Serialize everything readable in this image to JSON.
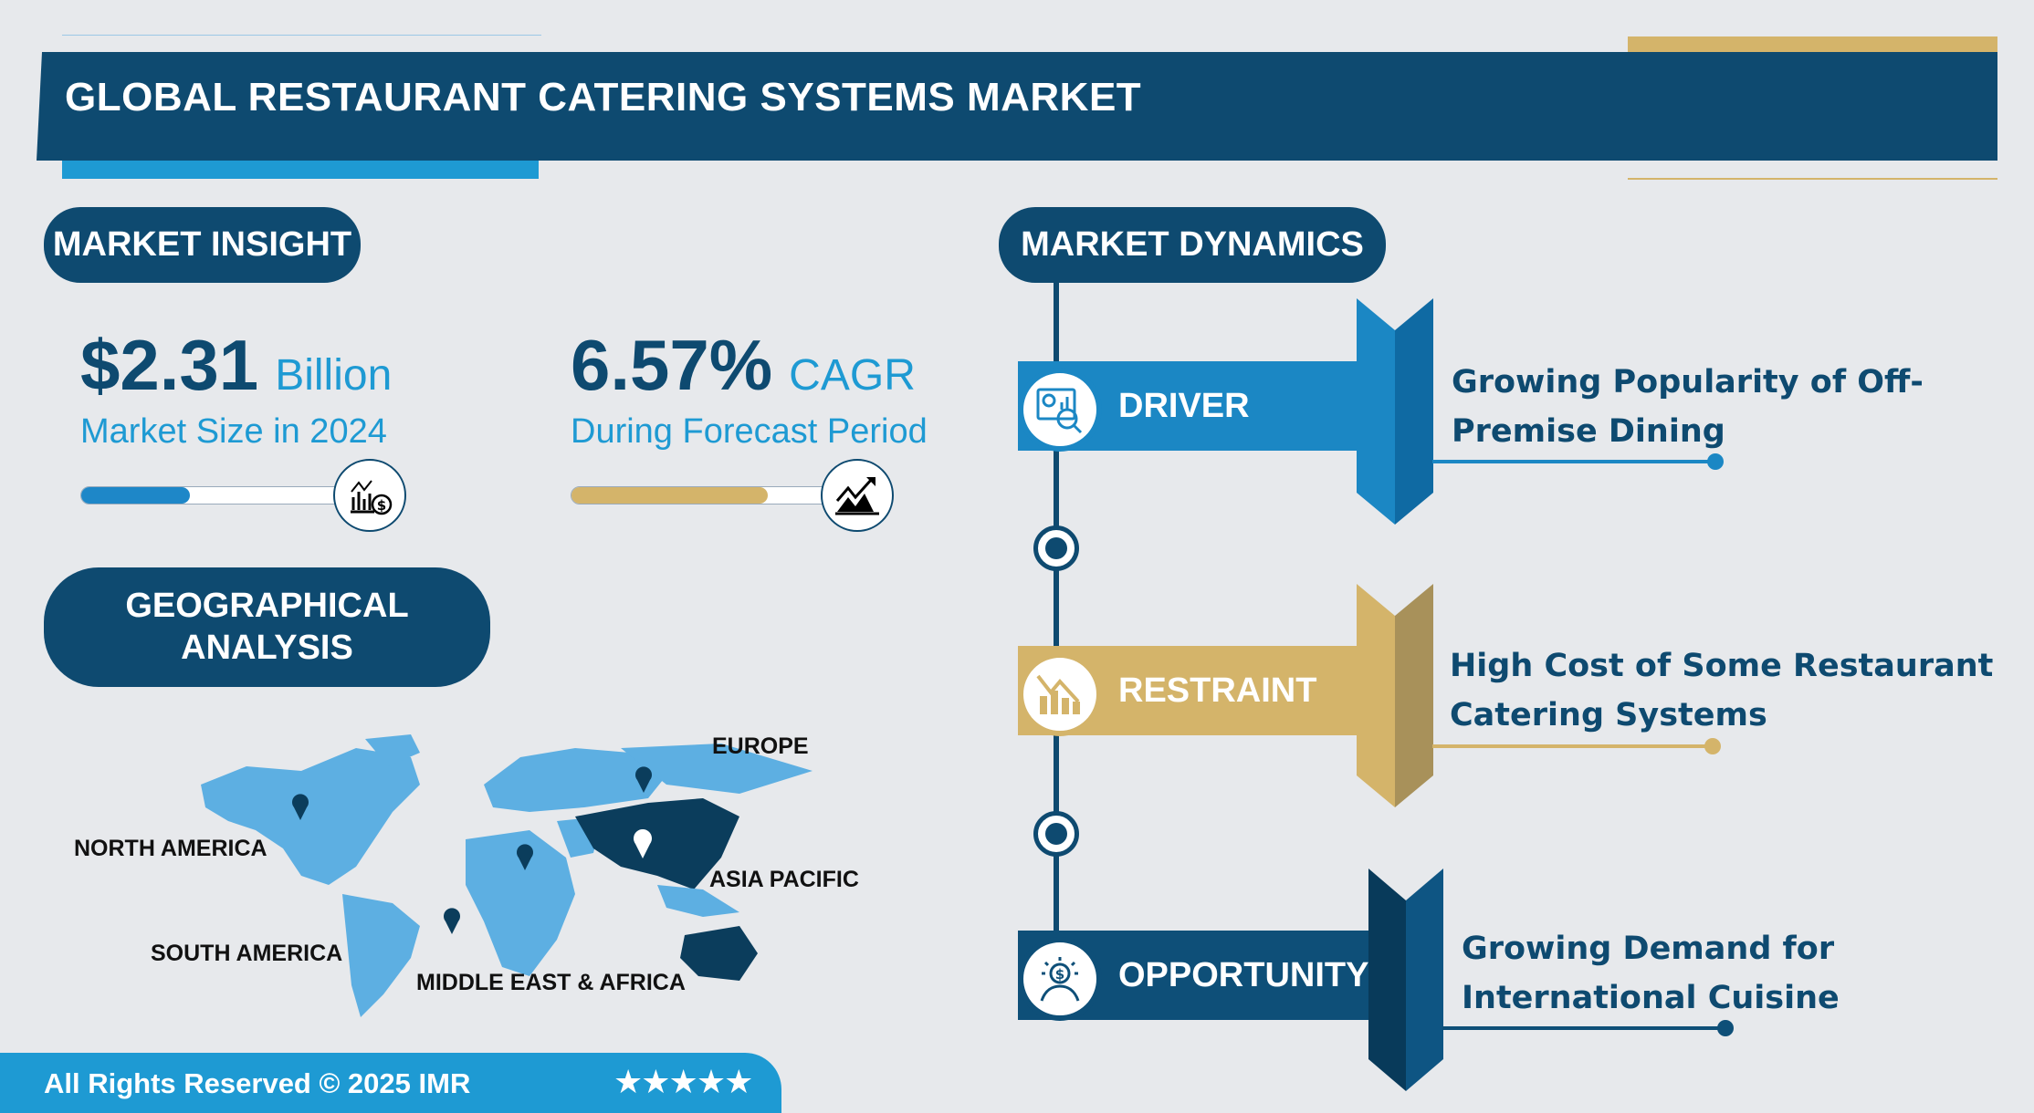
{
  "header": {
    "title": "GLOBAL RESTAURANT CATERING SYSTEMS MARKET"
  },
  "insight": {
    "heading": "MARKET INSIGHT",
    "market_size": {
      "value": "$2.31",
      "unit": "Billion",
      "label": "Market Size in 2024",
      "bar_fill_percent": 40,
      "icon": "chart-dollar-icon"
    },
    "cagr": {
      "value": "6.57%",
      "unit": "CAGR",
      "label": "During Forecast Period",
      "bar_fill_percent": 72,
      "icon": "growth-chart-icon"
    }
  },
  "geo": {
    "heading": "GEOGRAPHICAL ANALYSIS",
    "regions": [
      "EUROPE",
      "NORTH AMERICA",
      "ASIA PACIFIC",
      "SOUTH AMERICA",
      "MIDDLE EAST & AFRICA"
    ],
    "highlighted": "ASIA PACIFIC"
  },
  "dynamics": {
    "heading": "MARKET DYNAMICS",
    "items": [
      {
        "label": "DRIVER",
        "text": "Growing Popularity of Off-Premise Dining",
        "color": "#1b87c4",
        "icon": "analytics-icon"
      },
      {
        "label": "RESTRAINT",
        "text": "High Cost of Some Restaurant Catering Systems",
        "color": "#d4b46a",
        "icon": "declining-chart-icon"
      },
      {
        "label": "OPPORTUNITY",
        "text": "Growing Demand for International Cuisine",
        "color": "#0e4f78",
        "icon": "idea-dollar-icon"
      }
    ]
  },
  "footer": {
    "text": "All Rights Reserved © 2025 IMR",
    "stars": "★★★★★"
  },
  "colors": {
    "navy": "#0e4a70",
    "blue": "#1e9ad3",
    "gold": "#d4b46a",
    "background": "#e7e9ec"
  }
}
